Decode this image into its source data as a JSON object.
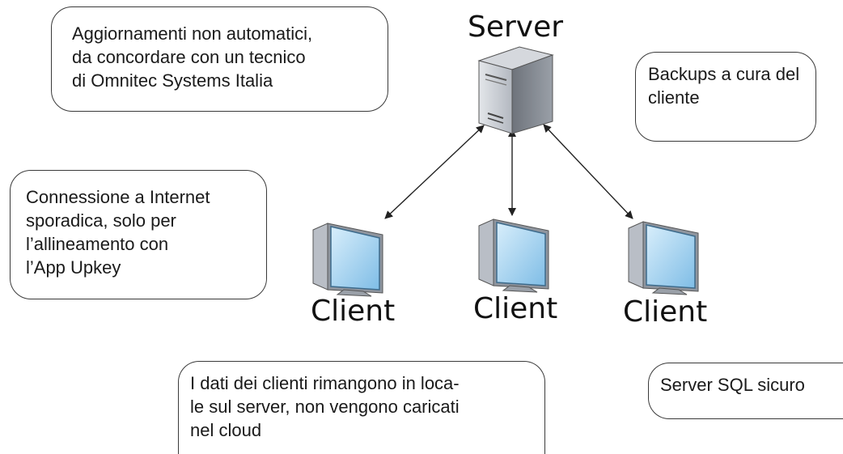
{
  "server": {
    "label": "Server"
  },
  "clients": [
    {
      "label": "Client"
    },
    {
      "label": "Client"
    },
    {
      "label": "Client"
    }
  ],
  "notes": {
    "updates": "Aggiornamenti non automatici,\nda concordare con un tecnico\ndi Omnitec Systems Italia",
    "backups": "Backups a cura del\ncliente",
    "connection": "Connessione a Internet\nsporadica, solo per\nl’allineamento con\nl’App Upkey",
    "local_data": "I dati dei clienti rimangono in loca-\nle sul server, non vengono caricati\nnel cloud",
    "sql": "Server SQL sicuro"
  },
  "colors": {
    "line": "#222222",
    "monitor_screen": "#a9d4ef",
    "server_body": "#b9bec6"
  },
  "icons": {
    "server": "server-tower-icon",
    "client": "desktop-computer-icon"
  }
}
